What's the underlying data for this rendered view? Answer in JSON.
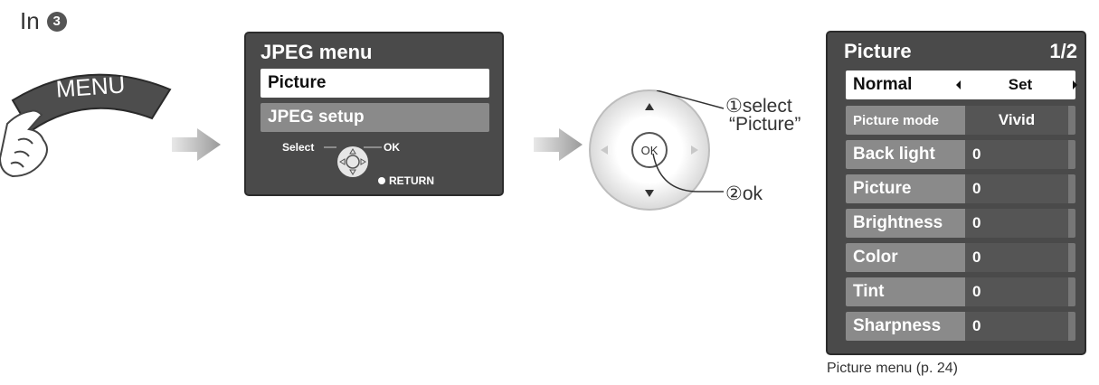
{
  "step_heading": {
    "prefix": "In",
    "step_number": "3"
  },
  "menu_button": {
    "label": "MENU"
  },
  "jpeg_menu": {
    "title": "JPEG menu",
    "items": [
      "Picture",
      "JPEG setup"
    ],
    "guide": {
      "select_label": "Select",
      "ok_label": "OK",
      "return_label": "RETURN"
    }
  },
  "remote": {
    "ok_label": "OK",
    "callouts": [
      {
        "number": "①",
        "text_line1": "select",
        "text_line2": "“Picture”"
      },
      {
        "number": "②",
        "text_line1": "ok"
      }
    ]
  },
  "picture_menu": {
    "title": "Picture",
    "page": "1/2",
    "rows": [
      {
        "label": "Normal",
        "value": "Set"
      },
      {
        "label": "Picture mode",
        "value": "Vivid"
      },
      {
        "label": "Back light",
        "value": "0"
      },
      {
        "label": "Picture",
        "value": "0"
      },
      {
        "label": "Brightness",
        "value": "0"
      },
      {
        "label": "Color",
        "value": "0"
      },
      {
        "label": "Tint",
        "value": "0"
      },
      {
        "label": "Sharpness",
        "value": "0"
      }
    ],
    "caption": "Picture menu (p. 24)"
  }
}
